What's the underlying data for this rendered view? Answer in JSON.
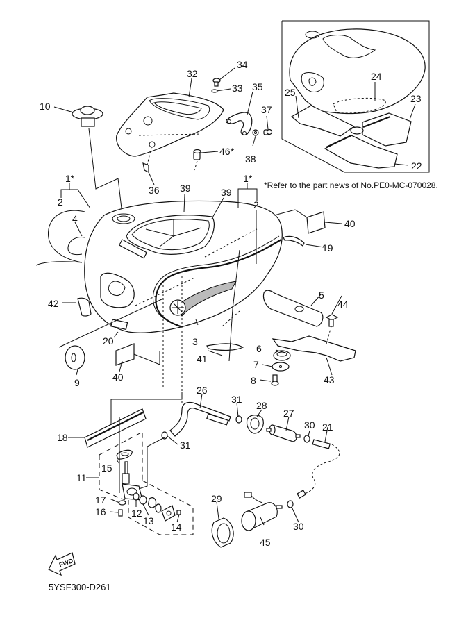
{
  "diagram": {
    "title": "Fuel Tank",
    "drawing_code": "5YSF300-D261",
    "note": "*Refer to the part news of No.PE0-MC-070028.",
    "fwd_label": "FWD",
    "callouts": [
      {
        "id": "c1a",
        "label": "1*"
      },
      {
        "id": "c1b",
        "label": "1*"
      },
      {
        "id": "c2a",
        "label": "2"
      },
      {
        "id": "c2b",
        "label": "2"
      },
      {
        "id": "c3",
        "label": "3"
      },
      {
        "id": "c4",
        "label": "4"
      },
      {
        "id": "c5",
        "label": "5"
      },
      {
        "id": "c6",
        "label": "6"
      },
      {
        "id": "c7",
        "label": "7"
      },
      {
        "id": "c8",
        "label": "8"
      },
      {
        "id": "c9",
        "label": "9"
      },
      {
        "id": "c10",
        "label": "10"
      },
      {
        "id": "c11",
        "label": "11"
      },
      {
        "id": "c12",
        "label": "12"
      },
      {
        "id": "c13",
        "label": "13"
      },
      {
        "id": "c14",
        "label": "14"
      },
      {
        "id": "c15",
        "label": "15"
      },
      {
        "id": "c16",
        "label": "16"
      },
      {
        "id": "c17",
        "label": "17"
      },
      {
        "id": "c18",
        "label": "18"
      },
      {
        "id": "c19",
        "label": "19"
      },
      {
        "id": "c20",
        "label": "20"
      },
      {
        "id": "c21",
        "label": "21"
      },
      {
        "id": "c22",
        "label": "22"
      },
      {
        "id": "c23",
        "label": "23"
      },
      {
        "id": "c24",
        "label": "24"
      },
      {
        "id": "c25",
        "label": "25"
      },
      {
        "id": "c26",
        "label": "26"
      },
      {
        "id": "c27",
        "label": "27"
      },
      {
        "id": "c28",
        "label": "28"
      },
      {
        "id": "c29",
        "label": "29"
      },
      {
        "id": "c30a",
        "label": "30"
      },
      {
        "id": "c30b",
        "label": "30"
      },
      {
        "id": "c31a",
        "label": "31"
      },
      {
        "id": "c31b",
        "label": "31"
      },
      {
        "id": "c32",
        "label": "32"
      },
      {
        "id": "c33",
        "label": "33"
      },
      {
        "id": "c34",
        "label": "34"
      },
      {
        "id": "c35",
        "label": "35"
      },
      {
        "id": "c36",
        "label": "36"
      },
      {
        "id": "c37",
        "label": "37"
      },
      {
        "id": "c38",
        "label": "38"
      },
      {
        "id": "c39a",
        "label": "39"
      },
      {
        "id": "c39b",
        "label": "39"
      },
      {
        "id": "c40a",
        "label": "40"
      },
      {
        "id": "c40b",
        "label": "40"
      },
      {
        "id": "c41",
        "label": "41"
      },
      {
        "id": "c42",
        "label": "42"
      },
      {
        "id": "c43",
        "label": "43"
      },
      {
        "id": "c44",
        "label": "44"
      },
      {
        "id": "c45",
        "label": "45"
      },
      {
        "id": "c46",
        "label": "46*"
      }
    ]
  }
}
